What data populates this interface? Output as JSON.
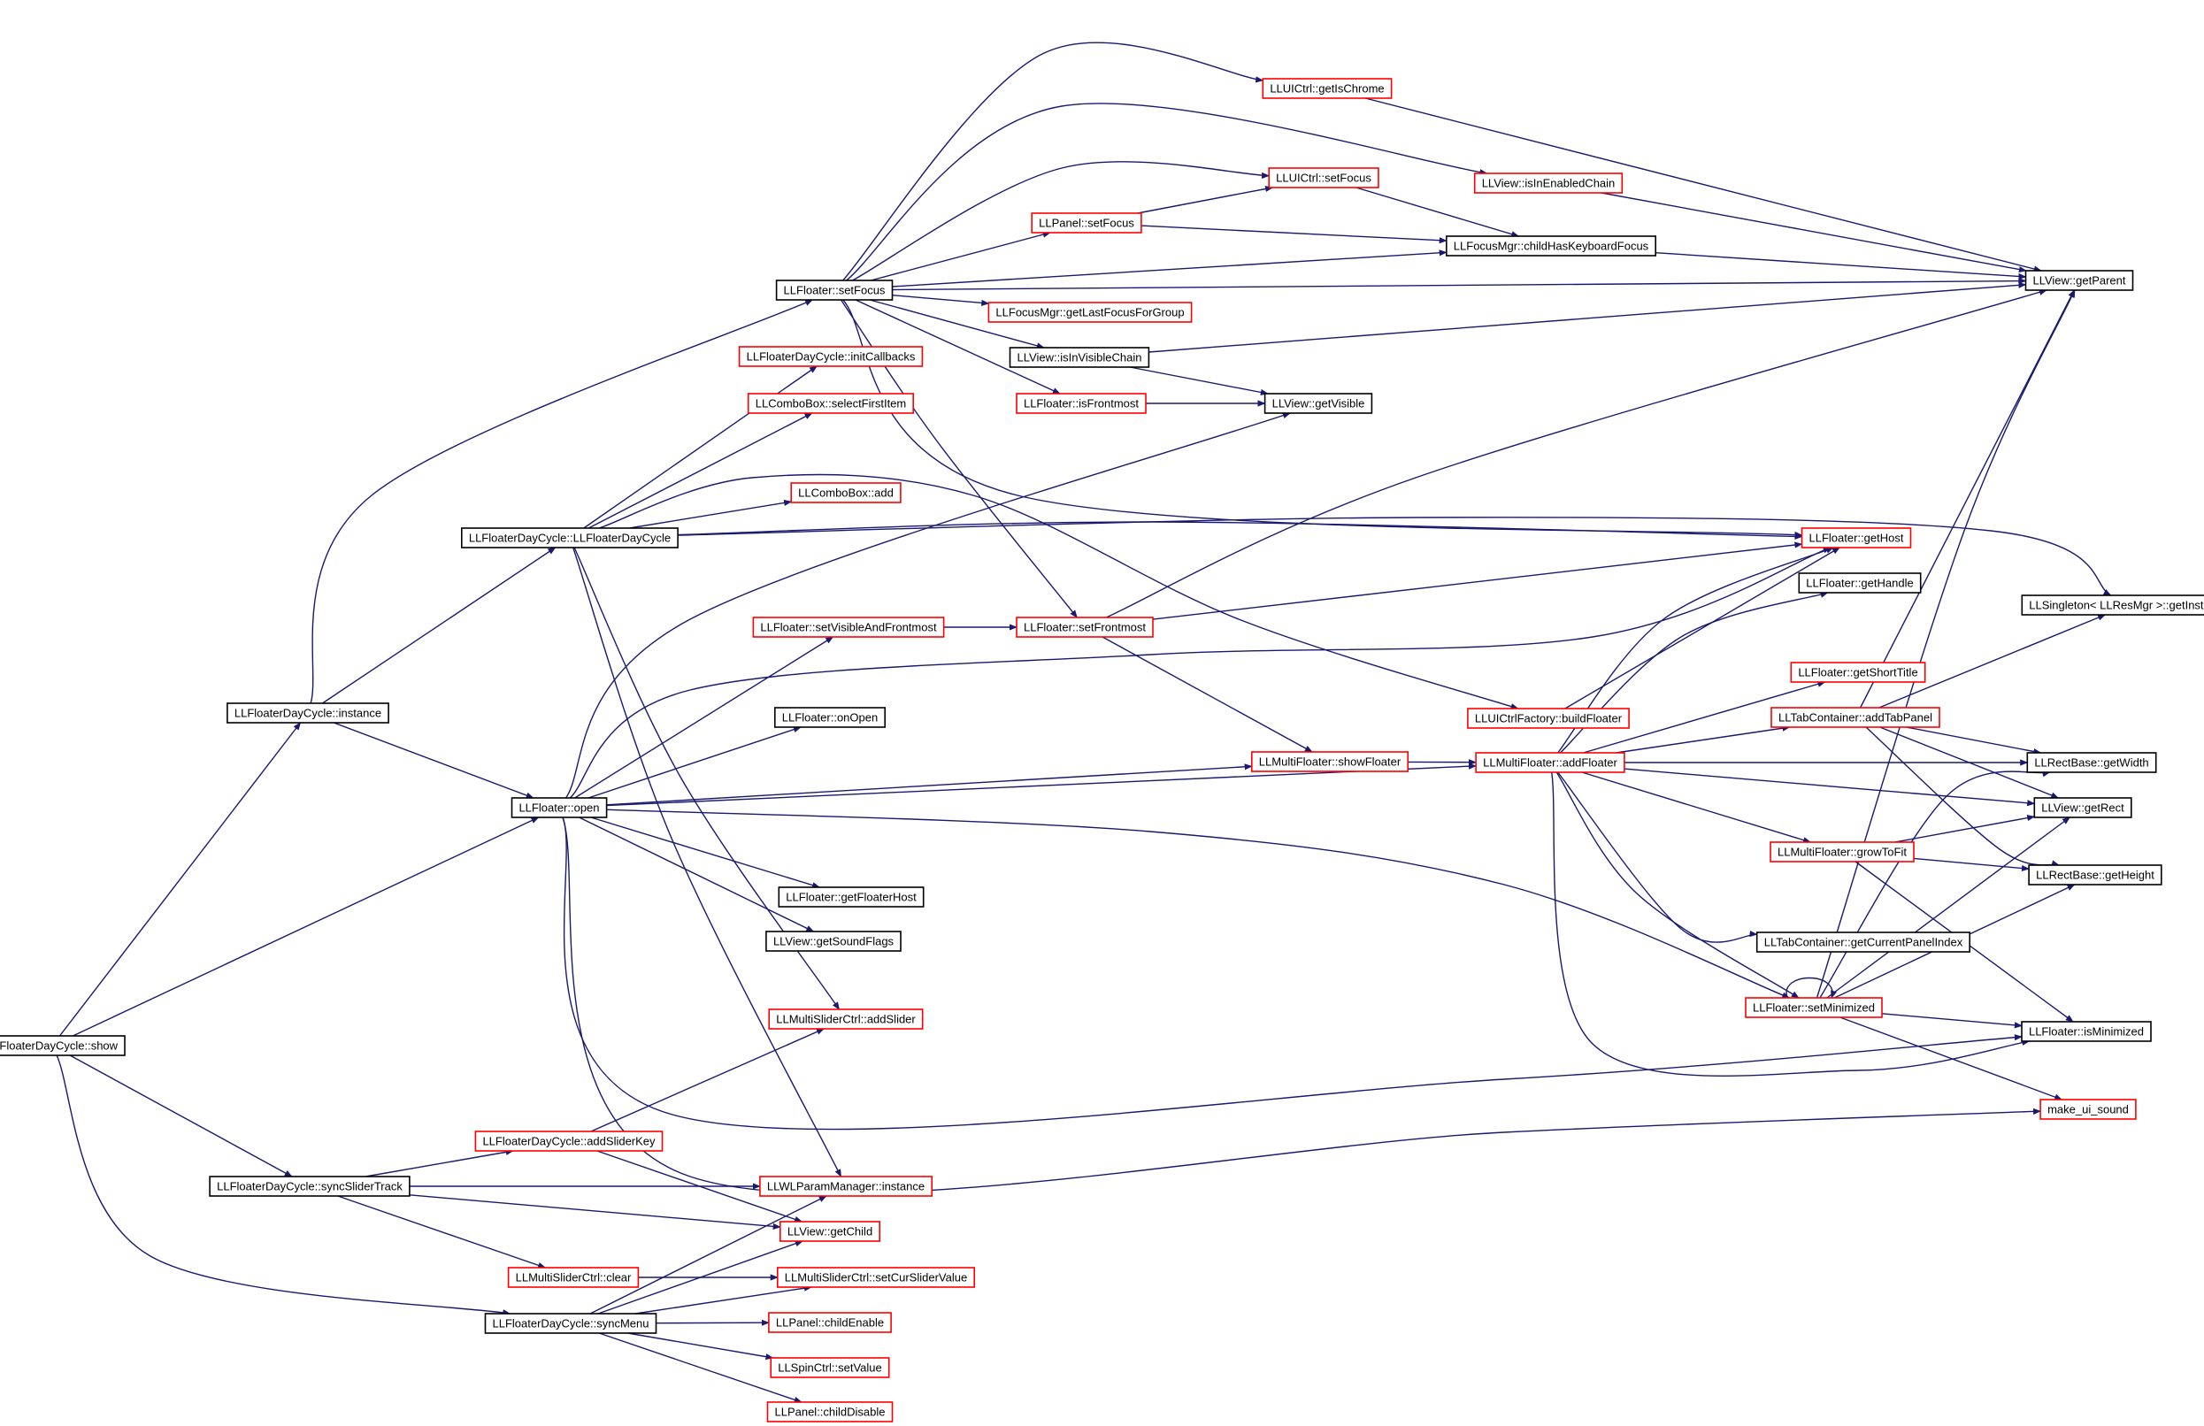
{
  "diagram": {
    "title": "",
    "colors": {
      "edge": "#191970",
      "linked_border": "#ff0000",
      "plain_border": "#000000",
      "root_fill": "#bfbfbf"
    },
    "nodes": [
      {
        "id": "show",
        "label": "LLFloaterDayCycle::show",
        "kind": "root"
      },
      {
        "id": "instance",
        "label": "LLFloaterDayCycle::instance",
        "kind": "plain"
      },
      {
        "id": "syncSliderTrack",
        "label": "LLFloaterDayCycle::syncSliderTrack",
        "kind": "plain"
      },
      {
        "id": "syncMenu",
        "label": "LLFloaterDayCycle::syncMenu",
        "kind": "plain"
      },
      {
        "id": "ctor",
        "label": "LLFloaterDayCycle::LLFloaterDayCycle",
        "kind": "plain"
      },
      {
        "id": "open",
        "label": "LLFloater::open",
        "kind": "plain"
      },
      {
        "id": "addSliderKey",
        "label": "LLFloaterDayCycle::addSliderKey",
        "kind": "linked"
      },
      {
        "id": "mscClear",
        "label": "LLMultiSliderCtrl::clear",
        "kind": "linked"
      },
      {
        "id": "setFocus",
        "label": "LLFloater::setFocus",
        "kind": "plain"
      },
      {
        "id": "initCallbacks",
        "label": "LLFloaterDayCycle::initCallbacks",
        "kind": "linked"
      },
      {
        "id": "selectFirstItem",
        "label": "LLComboBox::selectFirstItem",
        "kind": "linked"
      },
      {
        "id": "comboAdd",
        "label": "LLComboBox::add",
        "kind": "linked"
      },
      {
        "id": "setVisibleAndFrontmost",
        "label": "LLFloater::setVisibleAndFrontmost",
        "kind": "linked"
      },
      {
        "id": "onOpen",
        "label": "LLFloater::onOpen",
        "kind": "plain"
      },
      {
        "id": "getFloaterHost",
        "label": "LLFloater::getFloaterHost",
        "kind": "plain"
      },
      {
        "id": "getSoundFlags",
        "label": "LLView::getSoundFlags",
        "kind": "plain"
      },
      {
        "id": "addSlider",
        "label": "LLMultiSliderCtrl::addSlider",
        "kind": "linked"
      },
      {
        "id": "wlInstance",
        "label": "LLWLParamManager::instance",
        "kind": "linked"
      },
      {
        "id": "getChild",
        "label": "LLView::getChild",
        "kind": "linked"
      },
      {
        "id": "setCurSliderValue",
        "label": "LLMultiSliderCtrl::setCurSliderValue",
        "kind": "linked"
      },
      {
        "id": "childEnable",
        "label": "LLPanel::childEnable",
        "kind": "linked"
      },
      {
        "id": "setValue",
        "label": "LLSpinCtrl::setValue",
        "kind": "linked"
      },
      {
        "id": "childDisable",
        "label": "LLPanel::childDisable",
        "kind": "linked"
      },
      {
        "id": "panelSetFocus",
        "label": "LLPanel::setFocus",
        "kind": "linked"
      },
      {
        "id": "getLastFocusForGroup",
        "label": "LLFocusMgr::getLastFocusForGroup",
        "kind": "linked"
      },
      {
        "id": "isInVisibleChain",
        "label": "LLView::isInVisibleChain",
        "kind": "plain"
      },
      {
        "id": "isFrontmost",
        "label": "LLFloater::isFrontmost",
        "kind": "linked"
      },
      {
        "id": "setFrontmost",
        "label": "LLFloater::setFrontmost",
        "kind": "linked"
      },
      {
        "id": "getIsChrome",
        "label": "LLUICtrl::getIsChrome",
        "kind": "linked"
      },
      {
        "id": "uiSetFocus",
        "label": "LLUICtrl::setFocus",
        "kind": "linked"
      },
      {
        "id": "getVisible",
        "label": "LLView::getVisible",
        "kind": "plain"
      },
      {
        "id": "showFloater",
        "label": "LLMultiFloater::showFloater",
        "kind": "linked"
      },
      {
        "id": "isInEnabledChain",
        "label": "LLView::isInEnabledChain",
        "kind": "linked"
      },
      {
        "id": "childHasKeyboardFocus",
        "label": "LLFocusMgr::childHasKeyboardFocus",
        "kind": "plain"
      },
      {
        "id": "buildFloater",
        "label": "LLUICtrlFactory::buildFloater",
        "kind": "linked"
      },
      {
        "id": "addFloater",
        "label": "LLMultiFloater::addFloater",
        "kind": "linked"
      },
      {
        "id": "getHost",
        "label": "LLFloater::getHost",
        "kind": "linked"
      },
      {
        "id": "getHandle",
        "label": "LLFloater::getHandle",
        "kind": "plain"
      },
      {
        "id": "getShortTitle",
        "label": "LLFloater::getShortTitle",
        "kind": "linked"
      },
      {
        "id": "addTabPanel",
        "label": "LLTabContainer::addTabPanel",
        "kind": "linked"
      },
      {
        "id": "growToFit",
        "label": "LLMultiFloater::growToFit",
        "kind": "linked"
      },
      {
        "id": "getCurrentPanelIndex",
        "label": "LLTabContainer::getCurrentPanelIndex",
        "kind": "plain"
      },
      {
        "id": "setMinimized",
        "label": "LLFloater::setMinimized",
        "kind": "linked"
      },
      {
        "id": "getParent",
        "label": "LLView::getParent",
        "kind": "plain"
      },
      {
        "id": "getInstance",
        "label": "LLSingleton< LLResMgr >::getInstance",
        "kind": "plain"
      },
      {
        "id": "getWidth",
        "label": "LLRectBase::getWidth",
        "kind": "plain"
      },
      {
        "id": "getRect",
        "label": "LLView::getRect",
        "kind": "plain"
      },
      {
        "id": "getHeight",
        "label": "LLRectBase::getHeight",
        "kind": "plain"
      },
      {
        "id": "isMinimized",
        "label": "LLFloater::isMinimized",
        "kind": "plain"
      },
      {
        "id": "makeUiSound",
        "label": "make_ui_sound",
        "kind": "linked"
      }
    ]
  }
}
